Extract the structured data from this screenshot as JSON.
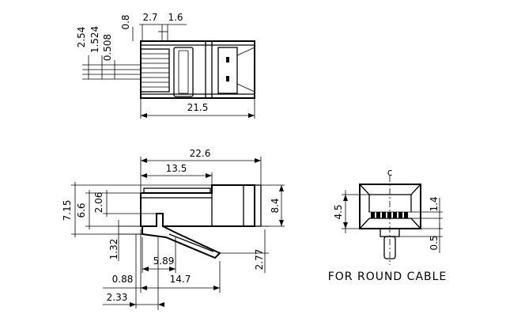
{
  "top_view": {
    "dims": {
      "d_0_8": "0.8",
      "d_2_7": "2.7",
      "d_1_6": "1.6",
      "d_2_54": "2.54",
      "d_1_524": "1.524",
      "d_0_508": "0.508",
      "d_21_5": "21.5"
    }
  },
  "side_view": {
    "dims": {
      "d_22_6": "22.6",
      "d_13_5": "13.5",
      "d_7_15": "7.15",
      "d_6_6": "6.6",
      "d_2_06": "2.06",
      "d_8_4": "8.4",
      "d_1_32": "1.32",
      "d_5_89": "5.89",
      "d_2_77": "2.77",
      "d_0_88": "0.88",
      "d_14_7": "14.7",
      "d_2_33": "2.33"
    }
  },
  "front_view": {
    "centerline_mark": "c",
    "dims": {
      "d_4_5": "4.5",
      "d_1_4": "1.4",
      "d_0_5": "0.5"
    },
    "caption": "FOR ROUND CABLE"
  }
}
